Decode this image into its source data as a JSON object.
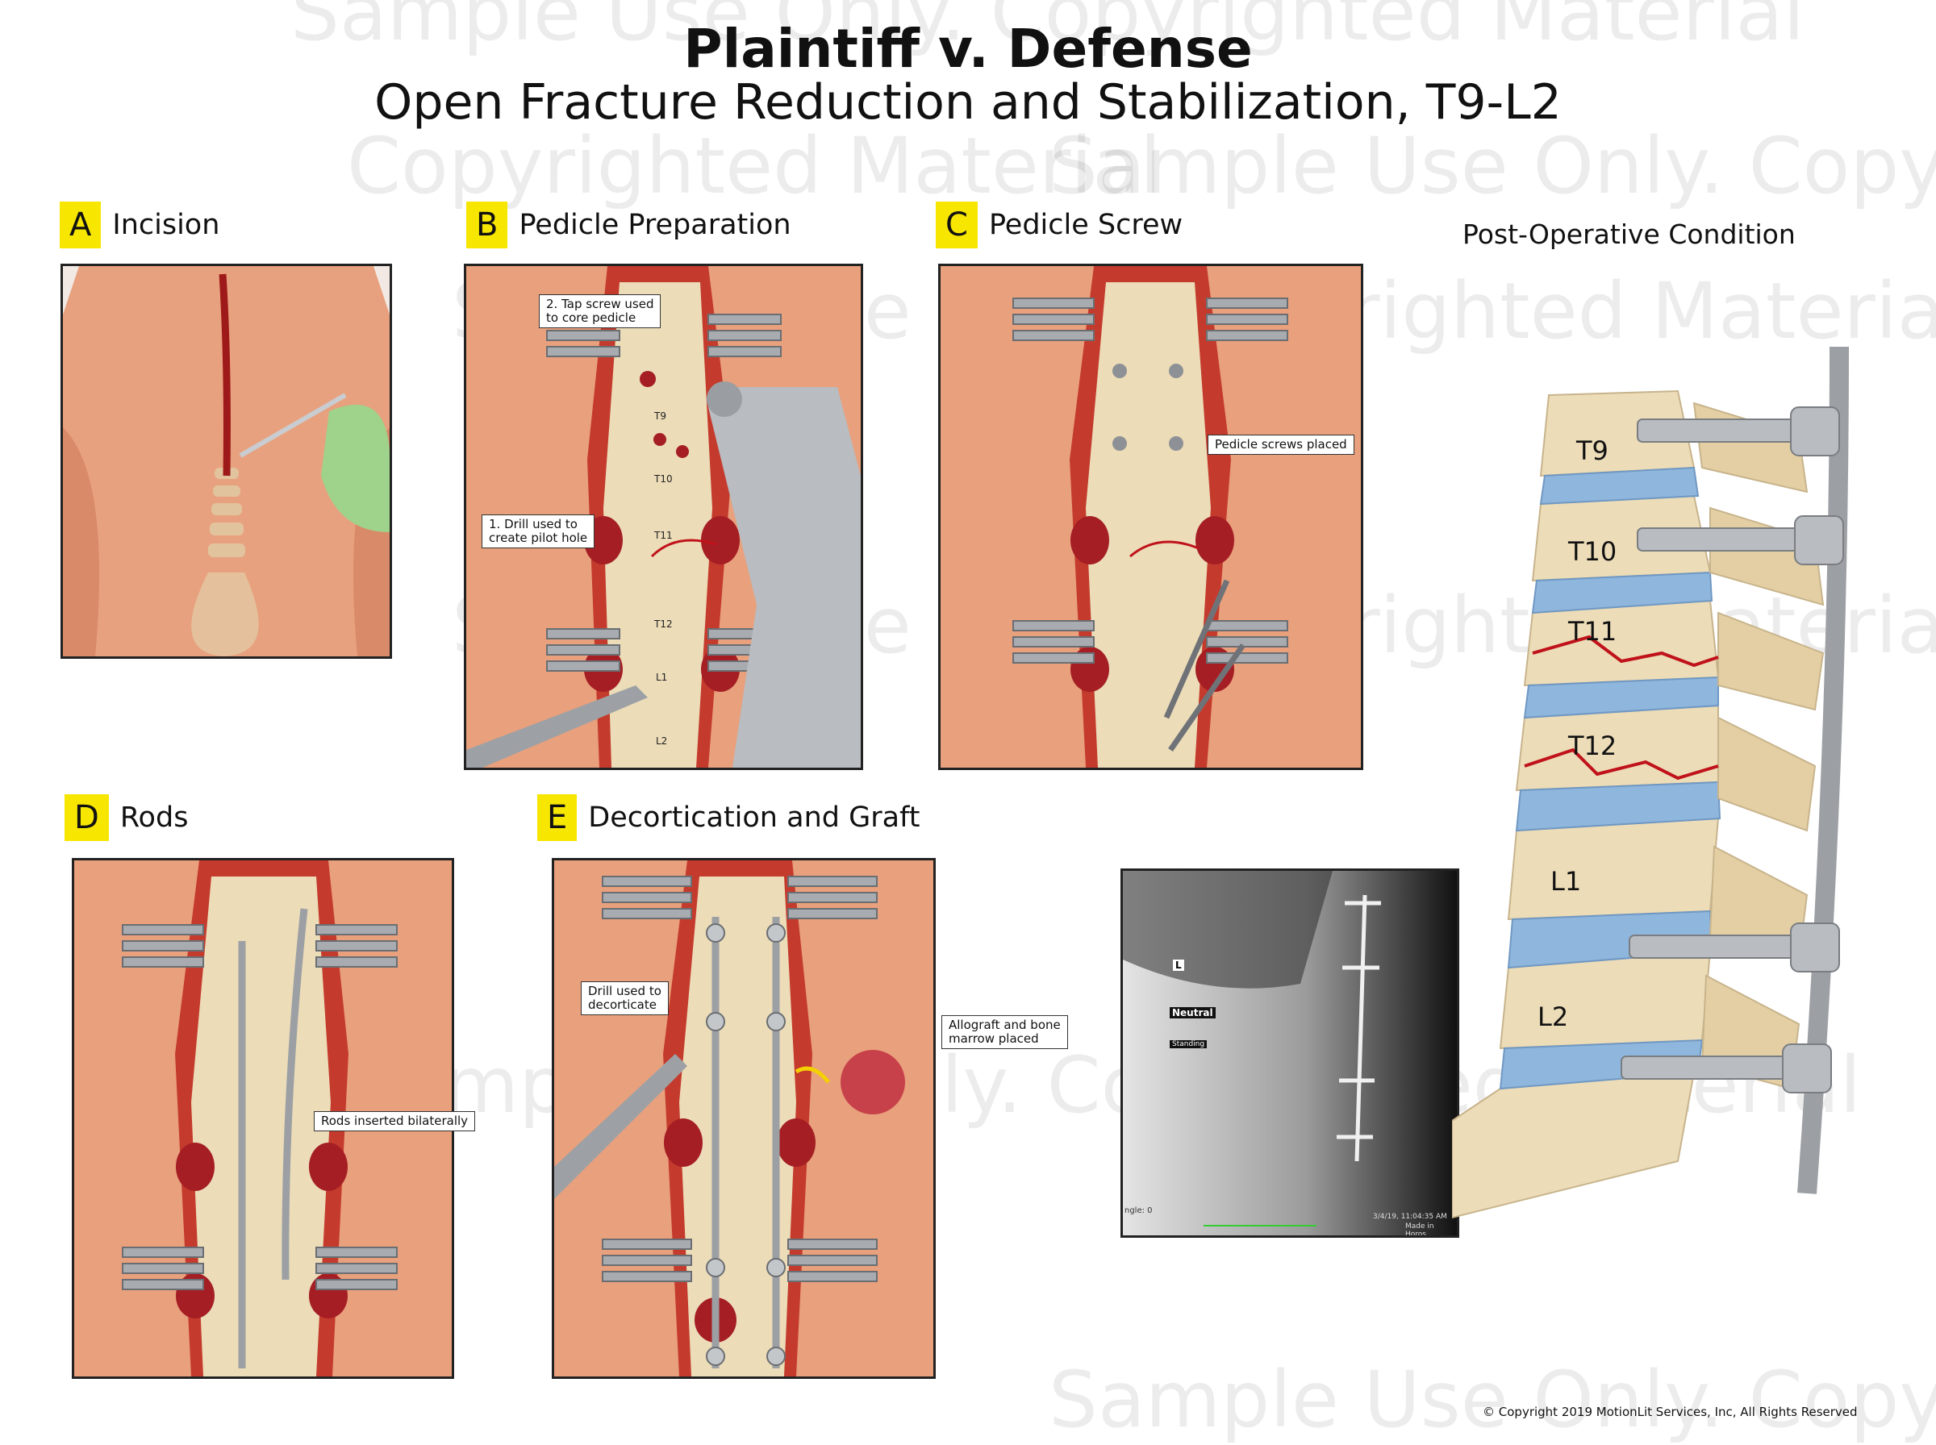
{
  "header": {
    "title": "Plaintiff v. Defense",
    "subtitle": "Open Fracture Reduction and Stabilization, T9-L2"
  },
  "watermark": {
    "text_full": "Sample Use Only. Copyrighted Material",
    "text_a": "Copyrighted Material",
    "text_b": "Sample Use Only. Copyright"
  },
  "panels": {
    "a": {
      "letter": "A",
      "label": "Incision"
    },
    "b": {
      "letter": "B",
      "label": "Pedicle Preparation",
      "callout_tap_1": "2. Tap screw used",
      "callout_tap_2": "to core pedicle",
      "callout_drill_1": "1. Drill used to",
      "callout_drill_2": "create pilot hole",
      "levels": [
        "T9",
        "T10",
        "T11",
        "T12",
        "L1",
        "L2"
      ]
    },
    "c": {
      "letter": "C",
      "label": "Pedicle Screw",
      "callout": "Pedicle screws placed"
    },
    "d": {
      "letter": "D",
      "label": "Rods",
      "callout": "Rods inserted bilaterally"
    },
    "e": {
      "letter": "E",
      "label": "Decortication and Graft",
      "callout_drill_1": "Drill used to",
      "callout_drill_2": "decorticate",
      "callout_graft_1": "Allograft and bone",
      "callout_graft_2": "marrow placed"
    }
  },
  "post_op": {
    "label": "Post-Operative Condition",
    "levels": [
      "T9",
      "T10",
      "T11",
      "T12",
      "L1",
      "L2"
    ]
  },
  "xray": {
    "marker": "L",
    "position": "Neutral",
    "stance": "Standing",
    "angle": "ngle: 0",
    "timestamp": "3/4/19, 11:04:35 AM",
    "made_in": "Made in Horos"
  },
  "footer": {
    "copyright": "© Copyright 2019 MotionLit Services, Inc, All Rights Reserved"
  },
  "colors": {
    "label_yellow": "#f7e600",
    "tissue": "#e9a07c",
    "bone": "#ecdcb8",
    "disc": "#8fb6dc",
    "metal": "#a8acb0",
    "fracture": "#c0121a"
  }
}
